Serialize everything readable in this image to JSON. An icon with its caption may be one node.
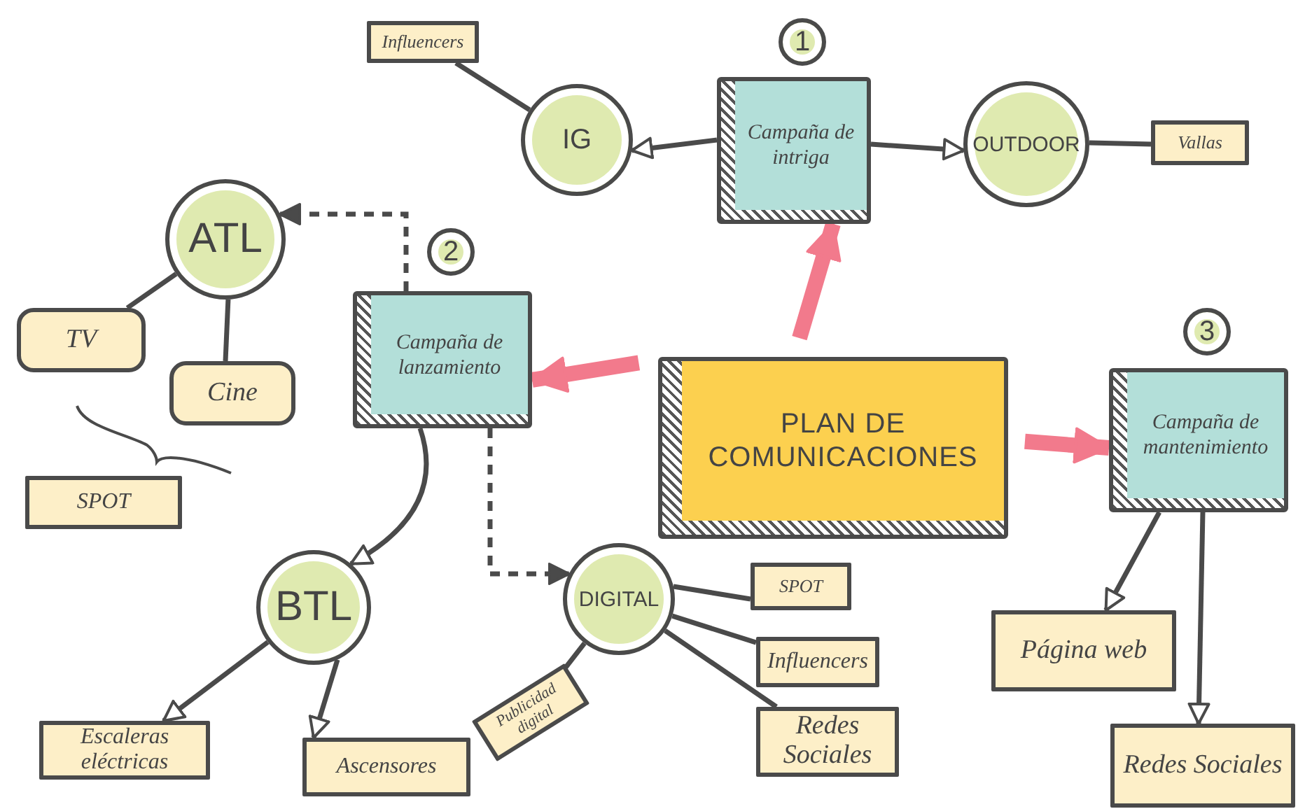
{
  "diagram": {
    "nodes": [
      {
        "text": [
          "PLAN DE COMUNICACIONES"
        ]
      },
      {
        "text": [
          "1"
        ]
      },
      {
        "text": [
          "Campaña de intriga"
        ]
      },
      {
        "text": [
          "IG"
        ]
      },
      {
        "text": [
          "Influencers"
        ]
      },
      {
        "text": [
          "OUTDOOR"
        ]
      },
      {
        "text": [
          "Vallas"
        ]
      },
      {
        "text": [
          "2"
        ]
      },
      {
        "text": [
          "Campaña de lanzamiento"
        ]
      },
      {
        "text": [
          "ATL"
        ]
      },
      {
        "text": [
          "TV"
        ]
      },
      {
        "text": [
          "Cine"
        ]
      },
      {
        "text": [
          "SPOT"
        ]
      },
      {
        "text": [
          "BTL"
        ]
      },
      {
        "text": [
          "Escaleras eléctricas"
        ]
      },
      {
        "text": [
          "Ascensores"
        ]
      },
      {
        "text": [
          "DIGITAL"
        ]
      },
      {
        "text": [
          "Publicidad digital"
        ]
      },
      {
        "text": [
          "SPOT"
        ]
      },
      {
        "text": [
          "Influencers"
        ]
      },
      {
        "text": [
          "Redes Sociales"
        ]
      },
      {
        "text": [
          "3"
        ]
      },
      {
        "text": [
          "Campaña de mantenimiento"
        ]
      },
      {
        "text": [
          "Página web"
        ]
      },
      {
        "text": [
          "Redes Sociales"
        ]
      }
    ],
    "edges": [
      {
        "from": 0,
        "to": 2,
        "arrow": "to",
        "style": "thick",
        "color": "#f27a8c"
      },
      {
        "from": 2,
        "to": 3,
        "arrow": "to"
      },
      {
        "from": 2,
        "to": 5,
        "arrow": "to"
      },
      {
        "from": 3,
        "to": 4,
        "arrow": "none"
      },
      {
        "from": 5,
        "to": 6,
        "arrow": "none"
      },
      {
        "from": 0,
        "to": 8,
        "arrow": "to",
        "style": "thick",
        "color": "#f27a8c"
      },
      {
        "from": 8,
        "to": 9,
        "arrow": "to",
        "style": "dashed"
      },
      {
        "from": 9,
        "to": 10,
        "arrow": "none"
      },
      {
        "from": 9,
        "to": 11,
        "arrow": "none"
      },
      {
        "from": 8,
        "to": 13,
        "arrow": "to"
      },
      {
        "from": 8,
        "to": 16,
        "arrow": "to",
        "style": "dashed"
      },
      {
        "from": 13,
        "to": 14,
        "arrow": "to"
      },
      {
        "from": 13,
        "to": 15,
        "arrow": "to"
      },
      {
        "from": 16,
        "to": 17,
        "arrow": "none"
      },
      {
        "from": 16,
        "to": 18,
        "arrow": "none"
      },
      {
        "from": 16,
        "to": 19,
        "arrow": "none"
      },
      {
        "from": 16,
        "to": 20,
        "arrow": "none"
      },
      {
        "from": 0,
        "to": 22,
        "arrow": "to",
        "style": "thick",
        "color": "#f27a8c"
      },
      {
        "from": 22,
        "to": 23,
        "arrow": "to"
      },
      {
        "from": 22,
        "to": 24,
        "arrow": "to"
      }
    ]
  }
}
